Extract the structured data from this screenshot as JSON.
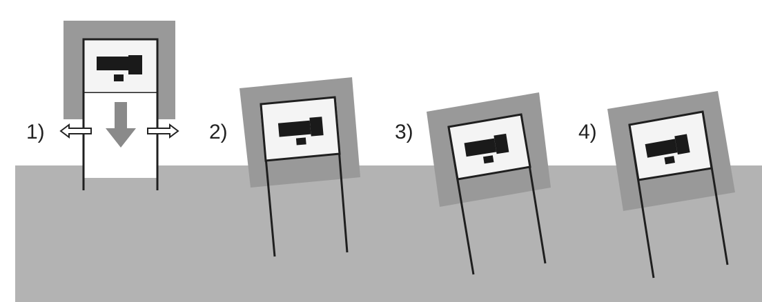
{
  "steps": [
    {
      "label": "1)"
    },
    {
      "label": "2)"
    },
    {
      "label": "3)"
    },
    {
      "label": "4)"
    }
  ],
  "colors": {
    "background": "#ffffff",
    "ground": "#b3b3b3",
    "board": "#999999",
    "sign_face": "#f4f4f4",
    "post": "#1f1f1f",
    "arrow_fill": "#8a8a8a"
  }
}
